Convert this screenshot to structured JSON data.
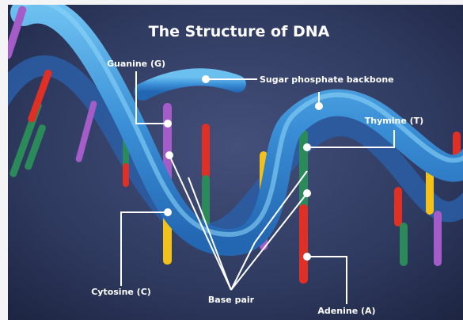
{
  "title": "The Structure of DNA",
  "labels": {
    "guanine": "Guanine (G)",
    "backbone": "Sugar phosphate backbone",
    "thymine": "Thymine (T)",
    "cytosine": "Cytosine (C)",
    "base_pair": "Base pair",
    "adenine": "Adenine (A)"
  },
  "colors": {
    "background": "#2a3558",
    "strand": "#3a8fd6",
    "strand_light": "#6cc0f0",
    "guanine": "#a35cc8",
    "cytosine": "#f2c21b",
    "thymine": "#2a8a5a",
    "adenine": "#e02f24"
  }
}
